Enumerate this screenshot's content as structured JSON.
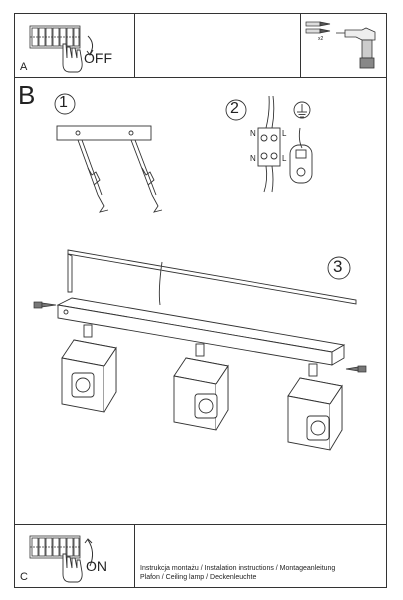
{
  "panel_a": {
    "letter": "A",
    "switch_label": "OFF"
  },
  "panel_c": {
    "letter": "C",
    "switch_label": "ON"
  },
  "section_b": {
    "letter": "B"
  },
  "steps": {
    "step1": "1",
    "step2": "2",
    "step3": "3"
  },
  "wiring": {
    "n_top": "N",
    "l_top": "L",
    "n_bottom": "N",
    "l_bottom": "L"
  },
  "tools": {
    "screw_count": "x2"
  },
  "footer": {
    "line1": "Instrukcja montażu / Instalation instructions / Montageanleitung",
    "line2": "Plafon / Ceiling lamp / Deckenleuchte"
  },
  "icons": [
    "breaker-switch-icon",
    "hand-icon",
    "drill-icon",
    "screw-icon",
    "ground-icon",
    "connector-block-icon"
  ]
}
